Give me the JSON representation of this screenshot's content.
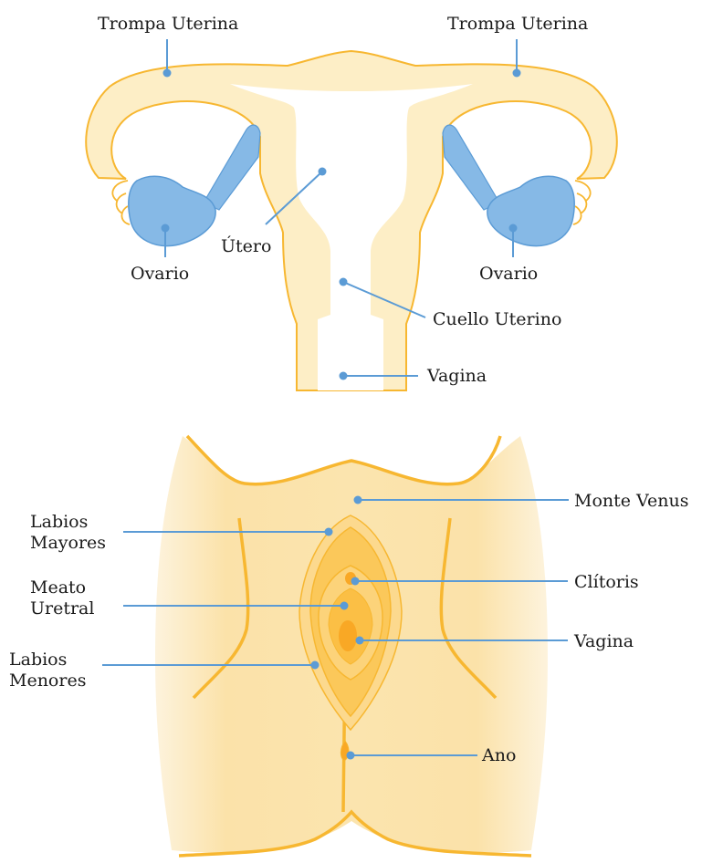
{
  "colors": {
    "tissue_fill": "#fdeec6",
    "tissue_stroke": "#f7b731",
    "ovary_fill": "#86b9e6",
    "ovary_stroke": "#5b9bd5",
    "leader": "#5b9bd5",
    "skin_light": "#fdf0d4",
    "skin_mid": "#fbe1a8",
    "labia_outer": "#fcd37a",
    "labia_inner": "#fbbf45",
    "vulva_core": "#f9a825"
  },
  "internal": {
    "labels": {
      "tube_left": "Trompa Uterina",
      "tube_right": "Trompa Uterina",
      "ovary_left": "Ovario",
      "ovary_right": "Ovario",
      "uterus": "Útero",
      "cervix": "Cuello Uterino",
      "vagina": "Vagina"
    }
  },
  "external": {
    "labels": {
      "mons_pubis": "Monte Venus",
      "labia_majora_1": "Labios",
      "labia_majora_2": "Mayores",
      "urethral_meatus_1": "Meato",
      "urethral_meatus_2": "Uretral",
      "labia_minora_1": "Labios",
      "labia_minora_2": "Menores",
      "clitoris": "Clítoris",
      "vagina": "Vagina",
      "anus": "Ano"
    }
  }
}
